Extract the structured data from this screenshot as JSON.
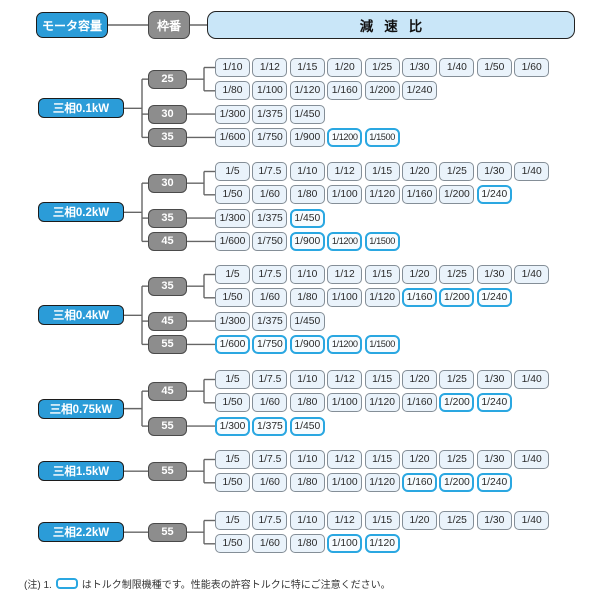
{
  "header": {
    "motor_capacity_label": "モータ容量",
    "frame_number_label": "枠番",
    "reduction_ratio_label": "減速比"
  },
  "colors": {
    "accent_blue": "#2b9cd8",
    "torque_limit_border": "#2aa7e1",
    "frame_gray": "#8d8d8d",
    "chip_fill": "#eaf3fb",
    "ratio_header_fill": "#c9e6f8",
    "connector": "#666666"
  },
  "note": {
    "prefix": "(注) 1.",
    "text": "はトルク制限機種です。性能表の許容トルクに特にご注意ください。"
  },
  "sections": [
    {
      "label": "三相0.1kW",
      "frames": [
        {
          "size": "25",
          "rows": [
            [
              {
                "ratio": "1/10",
                "torque_limited": false
              },
              {
                "ratio": "1/12",
                "torque_limited": false
              },
              {
                "ratio": "1/15",
                "torque_limited": false
              },
              {
                "ratio": "1/20",
                "torque_limited": false
              },
              {
                "ratio": "1/25",
                "torque_limited": false
              },
              {
                "ratio": "1/30",
                "torque_limited": false
              },
              {
                "ratio": "1/40",
                "torque_limited": false
              },
              {
                "ratio": "1/50",
                "torque_limited": false
              },
              {
                "ratio": "1/60",
                "torque_limited": false
              }
            ],
            [
              {
                "ratio": "1/80",
                "torque_limited": false
              },
              {
                "ratio": "1/100",
                "torque_limited": false
              },
              {
                "ratio": "1/120",
                "torque_limited": false
              },
              {
                "ratio": "1/160",
                "torque_limited": false
              },
              {
                "ratio": "1/200",
                "torque_limited": false
              },
              {
                "ratio": "1/240",
                "torque_limited": false
              }
            ]
          ]
        },
        {
          "size": "30",
          "rows": [
            [
              {
                "ratio": "1/300",
                "torque_limited": false
              },
              {
                "ratio": "1/375",
                "torque_limited": false
              },
              {
                "ratio": "1/450",
                "torque_limited": false
              }
            ]
          ]
        },
        {
          "size": "35",
          "rows": [
            [
              {
                "ratio": "1/600",
                "torque_limited": false
              },
              {
                "ratio": "1/750",
                "torque_limited": false
              },
              {
                "ratio": "1/900",
                "torque_limited": false
              },
              {
                "ratio": "1/1200",
                "torque_limited": true
              },
              {
                "ratio": "1/1500",
                "torque_limited": true
              }
            ]
          ]
        }
      ]
    },
    {
      "label": "三相0.2kW",
      "frames": [
        {
          "size": "30",
          "rows": [
            [
              {
                "ratio": "1/5",
                "torque_limited": false
              },
              {
                "ratio": "1/7.5",
                "torque_limited": false
              },
              {
                "ratio": "1/10",
                "torque_limited": false
              },
              {
                "ratio": "1/12",
                "torque_limited": false
              },
              {
                "ratio": "1/15",
                "torque_limited": false
              },
              {
                "ratio": "1/20",
                "torque_limited": false
              },
              {
                "ratio": "1/25",
                "torque_limited": false
              },
              {
                "ratio": "1/30",
                "torque_limited": false
              },
              {
                "ratio": "1/40",
                "torque_limited": false
              }
            ],
            [
              {
                "ratio": "1/50",
                "torque_limited": false
              },
              {
                "ratio": "1/60",
                "torque_limited": false
              },
              {
                "ratio": "1/80",
                "torque_limited": false
              },
              {
                "ratio": "1/100",
                "torque_limited": false
              },
              {
                "ratio": "1/120",
                "torque_limited": false
              },
              {
                "ratio": "1/160",
                "torque_limited": false
              },
              {
                "ratio": "1/200",
                "torque_limited": false
              },
              {
                "ratio": "1/240",
                "torque_limited": true
              }
            ]
          ]
        },
        {
          "size": "35",
          "rows": [
            [
              {
                "ratio": "1/300",
                "torque_limited": false
              },
              {
                "ratio": "1/375",
                "torque_limited": false
              },
              {
                "ratio": "1/450",
                "torque_limited": true
              }
            ]
          ]
        },
        {
          "size": "45",
          "rows": [
            [
              {
                "ratio": "1/600",
                "torque_limited": false
              },
              {
                "ratio": "1/750",
                "torque_limited": false
              },
              {
                "ratio": "1/900",
                "torque_limited": true
              },
              {
                "ratio": "1/1200",
                "torque_limited": true
              },
              {
                "ratio": "1/1500",
                "torque_limited": true
              }
            ]
          ]
        }
      ]
    },
    {
      "label": "三相0.4kW",
      "frames": [
        {
          "size": "35",
          "rows": [
            [
              {
                "ratio": "1/5",
                "torque_limited": false
              },
              {
                "ratio": "1/7.5",
                "torque_limited": false
              },
              {
                "ratio": "1/10",
                "torque_limited": false
              },
              {
                "ratio": "1/12",
                "torque_limited": false
              },
              {
                "ratio": "1/15",
                "torque_limited": false
              },
              {
                "ratio": "1/20",
                "torque_limited": false
              },
              {
                "ratio": "1/25",
                "torque_limited": false
              },
              {
                "ratio": "1/30",
                "torque_limited": false
              },
              {
                "ratio": "1/40",
                "torque_limited": false
              }
            ],
            [
              {
                "ratio": "1/50",
                "torque_limited": false
              },
              {
                "ratio": "1/60",
                "torque_limited": false
              },
              {
                "ratio": "1/80",
                "torque_limited": false
              },
              {
                "ratio": "1/100",
                "torque_limited": false
              },
              {
                "ratio": "1/120",
                "torque_limited": false
              },
              {
                "ratio": "1/160",
                "torque_limited": true
              },
              {
                "ratio": "1/200",
                "torque_limited": true
              },
              {
                "ratio": "1/240",
                "torque_limited": true
              }
            ]
          ]
        },
        {
          "size": "45",
          "rows": [
            [
              {
                "ratio": "1/300",
                "torque_limited": false
              },
              {
                "ratio": "1/375",
                "torque_limited": false
              },
              {
                "ratio": "1/450",
                "torque_limited": false
              }
            ]
          ]
        },
        {
          "size": "55",
          "rows": [
            [
              {
                "ratio": "1/600",
                "torque_limited": true
              },
              {
                "ratio": "1/750",
                "torque_limited": true
              },
              {
                "ratio": "1/900",
                "torque_limited": true
              },
              {
                "ratio": "1/1200",
                "torque_limited": true
              },
              {
                "ratio": "1/1500",
                "torque_limited": true
              }
            ]
          ]
        }
      ]
    },
    {
      "label": "三相0.75kW",
      "frames": [
        {
          "size": "45",
          "rows": [
            [
              {
                "ratio": "1/5",
                "torque_limited": false
              },
              {
                "ratio": "1/7.5",
                "torque_limited": false
              },
              {
                "ratio": "1/10",
                "torque_limited": false
              },
              {
                "ratio": "1/12",
                "torque_limited": false
              },
              {
                "ratio": "1/15",
                "torque_limited": false
              },
              {
                "ratio": "1/20",
                "torque_limited": false
              },
              {
                "ratio": "1/25",
                "torque_limited": false
              },
              {
                "ratio": "1/30",
                "torque_limited": false
              },
              {
                "ratio": "1/40",
                "torque_limited": false
              }
            ],
            [
              {
                "ratio": "1/50",
                "torque_limited": false
              },
              {
                "ratio": "1/60",
                "torque_limited": false
              },
              {
                "ratio": "1/80",
                "torque_limited": false
              },
              {
                "ratio": "1/100",
                "torque_limited": false
              },
              {
                "ratio": "1/120",
                "torque_limited": false
              },
              {
                "ratio": "1/160",
                "torque_limited": false
              },
              {
                "ratio": "1/200",
                "torque_limited": true
              },
              {
                "ratio": "1/240",
                "torque_limited": true
              }
            ]
          ]
        },
        {
          "size": "55",
          "rows": [
            [
              {
                "ratio": "1/300",
                "torque_limited": true
              },
              {
                "ratio": "1/375",
                "torque_limited": true
              },
              {
                "ratio": "1/450",
                "torque_limited": true
              }
            ]
          ]
        }
      ]
    },
    {
      "label": "三相1.5kW",
      "frames": [
        {
          "size": "55",
          "rows": [
            [
              {
                "ratio": "1/5",
                "torque_limited": false
              },
              {
                "ratio": "1/7.5",
                "torque_limited": false
              },
              {
                "ratio": "1/10",
                "torque_limited": false
              },
              {
                "ratio": "1/12",
                "torque_limited": false
              },
              {
                "ratio": "1/15",
                "torque_limited": false
              },
              {
                "ratio": "1/20",
                "torque_limited": false
              },
              {
                "ratio": "1/25",
                "torque_limited": false
              },
              {
                "ratio": "1/30",
                "torque_limited": false
              },
              {
                "ratio": "1/40",
                "torque_limited": false
              }
            ],
            [
              {
                "ratio": "1/50",
                "torque_limited": false
              },
              {
                "ratio": "1/60",
                "torque_limited": false
              },
              {
                "ratio": "1/80",
                "torque_limited": false
              },
              {
                "ratio": "1/100",
                "torque_limited": false
              },
              {
                "ratio": "1/120",
                "torque_limited": false
              },
              {
                "ratio": "1/160",
                "torque_limited": true
              },
              {
                "ratio": "1/200",
                "torque_limited": true
              },
              {
                "ratio": "1/240",
                "torque_limited": true
              }
            ]
          ]
        }
      ]
    },
    {
      "label": "三相2.2kW",
      "frames": [
        {
          "size": "55",
          "rows": [
            [
              {
                "ratio": "1/5",
                "torque_limited": false
              },
              {
                "ratio": "1/7.5",
                "torque_limited": false
              },
              {
                "ratio": "1/10",
                "torque_limited": false
              },
              {
                "ratio": "1/12",
                "torque_limited": false
              },
              {
                "ratio": "1/15",
                "torque_limited": false
              },
              {
                "ratio": "1/20",
                "torque_limited": false
              },
              {
                "ratio": "1/25",
                "torque_limited": false
              },
              {
                "ratio": "1/30",
                "torque_limited": false
              },
              {
                "ratio": "1/40",
                "torque_limited": false
              }
            ],
            [
              {
                "ratio": "1/50",
                "torque_limited": false
              },
              {
                "ratio": "1/60",
                "torque_limited": false
              },
              {
                "ratio": "1/80",
                "torque_limited": false
              },
              {
                "ratio": "1/100",
                "torque_limited": true
              },
              {
                "ratio": "1/120",
                "torque_limited": true
              }
            ]
          ]
        }
      ]
    }
  ]
}
